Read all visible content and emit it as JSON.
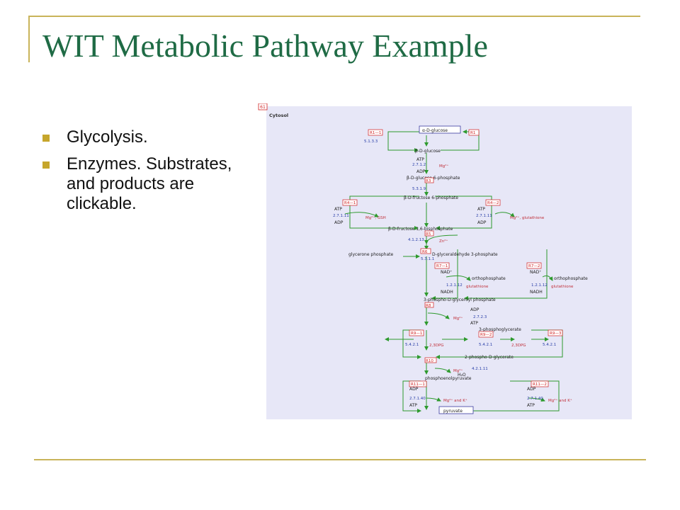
{
  "slide": {
    "title": "WIT Metabolic Pathway Example",
    "bullets": [
      "Glycolysis.",
      "Enzymes. Substrates, and products are clickable."
    ]
  },
  "pathway": {
    "panel_id": "61",
    "compartment": "Cytosol",
    "metabolites": {
      "glucose_a": "α-D-glucose",
      "glucose_b": "β-D-glucose",
      "g6p": "β-D-glucose 6-phosphate",
      "f6p": "β-D-fructose 6-phosphate",
      "fbp": "β-D-fructose 1,6-bisphosphate",
      "dhap": "glycerone phosphate",
      "gap": "D-glyceraldehyde 3-phosphate",
      "bpg": "3-phospho-D-glyceroyl phosphate",
      "pg3": "3-phosphoglycerate",
      "pg2": "2-phospho-D-glycerate",
      "pep": "phosphoenolpyruvate",
      "pyr": "pyruvate"
    },
    "cofactors": {
      "atp": "ATP",
      "adp": "ADP",
      "nad": "NAD⁺",
      "nadh": "NADH",
      "pi": "orthophosphate",
      "glut": "glutathione",
      "h2o": "H₂O",
      "dpg": "2,3DPG",
      "mg": "Mg²⁺",
      "mg_gsh": "Mg²⁺, GSH",
      "mg_glut": "Mg²⁺, glutathione",
      "zn": "Zn²⁺",
      "mg_k": "Mg²⁺ and K⁺"
    },
    "reactions": {
      "r1_1": "R1—1",
      "r1": "R1",
      "r3": "R3",
      "r4_1": "R4—1",
      "r4_2": "R4—2",
      "r5": "R5",
      "r6": "R6",
      "r7_1": "R7—1",
      "r7_2": "R7—2",
      "r8": "R8",
      "r9_1": "R9—1",
      "r9_2": "R9—2",
      "r9_3": "R9—3",
      "r10": "R10",
      "r11_1": "R11—1",
      "r11_2": "R11—2"
    },
    "enzymes": {
      "e5133": "5.1.3.3",
      "e2712": "2.7.1.2",
      "e5319": "5.3.1.9",
      "e27111": "2.7.1.11",
      "e41213": "4.1.2.13",
      "e5311": "5.3.1.1",
      "e12112": "1.2.1.12",
      "e2723": "2.7.2.3",
      "e5421": "5.4.2.1",
      "e42111": "4.2.1.11",
      "e27140": "2.7.1.40"
    }
  }
}
